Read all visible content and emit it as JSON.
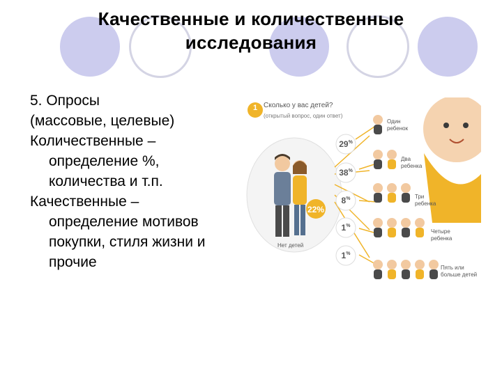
{
  "slide": {
    "title_line1": "Качественные и количественные",
    "title_line2": "исследования",
    "body": [
      "5. Опросы",
      "(массовые, целевые)",
      "Количественные –",
      "определение %,",
      "количества и т.п.",
      "Качественные –",
      "определение мотивов",
      "покупки, стиля жизни и",
      "прочие"
    ]
  },
  "infographic": {
    "question_number": "1",
    "question": "Сколько у вас детей?",
    "question_note": "(открытый вопрос, один ответ)",
    "no_children_label": "Нет детей",
    "no_children_pct": "22%",
    "rows": [
      {
        "pct": "29",
        "label_line1": "Один",
        "label_line2": "ребенок"
      },
      {
        "pct": "38",
        "label_line1": "Два",
        "label_line2": "ребенка"
      },
      {
        "pct": "8",
        "label_line1": "Три",
        "label_line2": "ребенка"
      },
      {
        "pct": "1",
        "label_line1": "Четыре",
        "label_line2": "ребенка"
      },
      {
        "pct": "1",
        "label_line1": "Пять или",
        "label_line2": "больше детей"
      }
    ],
    "colors": {
      "accent": "#f0b429",
      "ring": "#cfcfe6",
      "fill": "#c9c9eb",
      "dark": "#4a4a4a"
    }
  }
}
